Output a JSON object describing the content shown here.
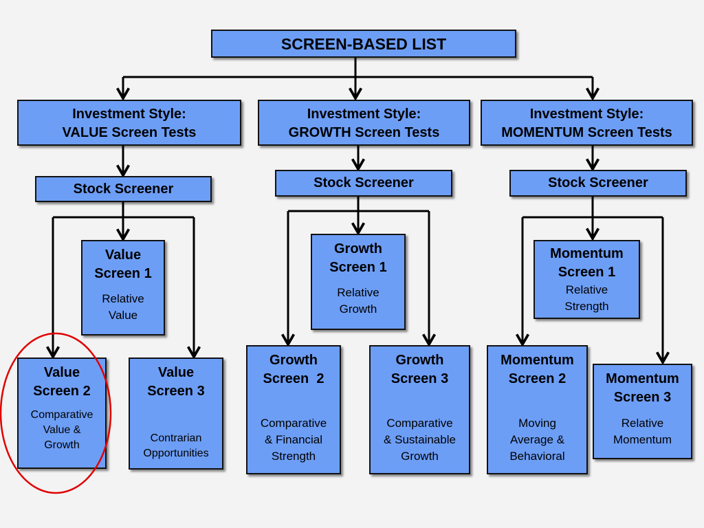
{
  "root": {
    "label": "SCREEN-BASED LIST"
  },
  "styles": [
    {
      "line1": "Investment Style:",
      "line2": "VALUE Screen Tests"
    },
    {
      "line1": "Investment Style:",
      "line2": "GROWTH Screen Tests"
    },
    {
      "line1": "Investment Style:",
      "line2": "MOMENTUM Screen Tests"
    }
  ],
  "screeners": [
    {
      "label": "Stock Screener"
    },
    {
      "label": "Stock Screener"
    },
    {
      "label": "Stock Screener"
    }
  ],
  "screens": {
    "value_1": {
      "t1": "Value",
      "t2": "Screen 1",
      "s1": "Relative",
      "s2": "Value"
    },
    "value_2": {
      "t1": "Value",
      "t2": "Screen 2",
      "s1": "Comparative",
      "s2": "Value &",
      "s3": "Growth"
    },
    "value_3": {
      "t1": "Value",
      "t2": "Screen 3",
      "s1": "Contrarian",
      "s2": "Opportunities"
    },
    "growth_1": {
      "t1": "Growth",
      "t2": "Screen 1",
      "s1": "Relative",
      "s2": "Growth"
    },
    "growth_2": {
      "t1": "Growth",
      "t2": "Screen  2",
      "s1": "Comparative",
      "s2": "& Financial",
      "s3": "Strength"
    },
    "growth_3": {
      "t1": "Growth",
      "t2": "Screen 3",
      "s1": "Comparative",
      "s2": "& Sustainable",
      "s3": "Growth"
    },
    "momentum_1": {
      "t1": "Momentum",
      "t2": "Screen 1",
      "s1": "Relative",
      "s2": "Strength"
    },
    "momentum_2": {
      "t1": "Momentum",
      "t2": "Screen 2",
      "s1": "Moving",
      "s2": "Average &",
      "s3": "Behavioral"
    },
    "momentum_3": {
      "t1": "Momentum",
      "t2": "Screen 3",
      "s1": "Relative",
      "s2": "Momentum"
    }
  },
  "highlight": {
    "target": "value_2",
    "color": "#e00000"
  },
  "colors": {
    "box_fill": "#6d9ef6",
    "border": "#111111",
    "background": "#f3f3f3"
  }
}
